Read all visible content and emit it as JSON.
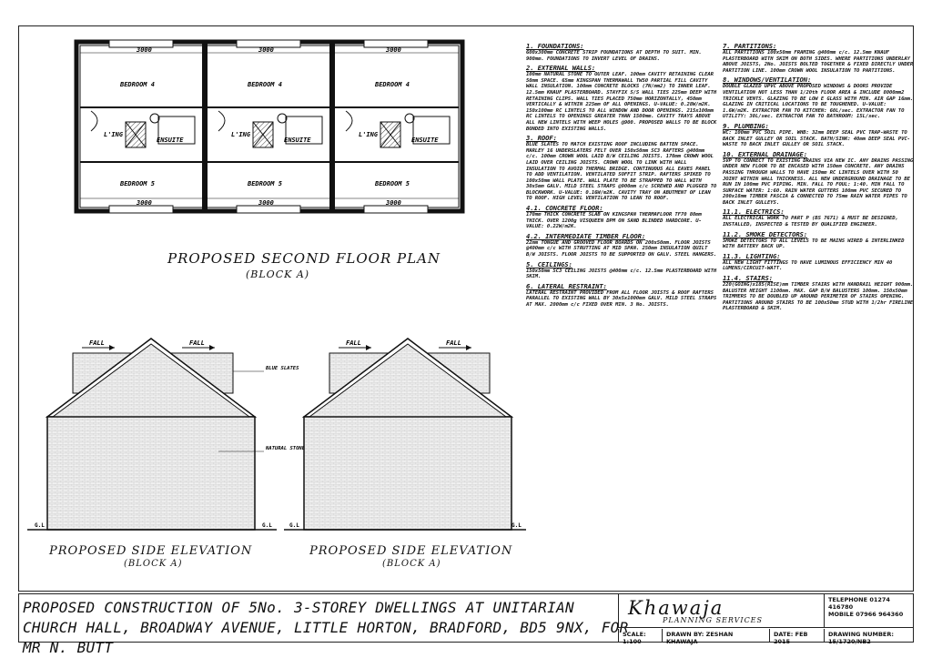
{
  "plan": {
    "title": "PROPOSED SECOND FLOOR PLAN",
    "subtitle": "(BLOCK A)",
    "dims_top": [
      "3000",
      "3000",
      "3000"
    ],
    "dims_bottom": [
      "3000",
      "3000",
      "3000"
    ],
    "units": [
      {
        "bedroom_top": "BEDROOM 4",
        "bedroom_bottom": "BEDROOM 5",
        "ensuite": "ENSUITE",
        "landing": "L'ING"
      },
      {
        "bedroom_top": "BEDROOM 4",
        "bedroom_bottom": "BEDROOM 5",
        "ensuite": "ENSUITE",
        "landing": "L'ING"
      },
      {
        "bedroom_top": "BEDROOM 4",
        "bedroom_bottom": "BEDROOM 5",
        "ensuite": "ENSUITE",
        "landing": "L'ING"
      }
    ]
  },
  "elev_left": {
    "title": "PROPOSED SIDE ELEVATION",
    "subtitle": "(BLOCK A)",
    "fall1": "FALL",
    "fall2": "FALL",
    "label_slates": "BLUE SLATES",
    "label_stone": "NATURAL STONE",
    "gl_left": "G.L",
    "gl_right": "G.L"
  },
  "elev_right": {
    "title": "PROPOSED SIDE ELEVATION",
    "subtitle": "(BLOCK A)",
    "fall1": "FALL",
    "fall2": "FALL",
    "gl_left": "G.L",
    "gl_right": "G.L"
  },
  "notes_col1": [
    {
      "h": "1. FOUNDATIONS:",
      "b": "600x300mm CONCRETE STRIP FOUNDATIONS AT DEPTH TO SUIT. MIN. 900mm. FOUNDATIONS TO INVERT LEVEL OF DRAINS."
    },
    {
      "h": "2. EXTERNAL WALLS:",
      "b": "100mm NATURAL STONE TO OUTER LEAF. 100mm CAVITY RETAINING CLEAR 50mm SPACE. 65mm KINGSPAN THERMAWALL TW50 PARTIAL FILL CAVITY WALL INSULATION. 100mm CONCRETE BLOCKS (7N/mm2) TO INNER LEAF. 12.5mm KNAUF PLASTERBOARD. STAYFIX S/S WALL TIES 225mm DEEP WITH RETAINING CLIPS. WALL TIES PLACED 750mm HORIZONTALLY, 450mm VERTICALLY & WITHIN 225mm OF ALL OPENINGS. U-VALUE: 0.28W/m2K. 150x100mm RC LINTELS TO ALL WINDOW AND DOOR OPENINGS. 215x100mm RC LINTELS TO OPENINGS GREATER THAN 1500mm. CAVITY TRAYS ABOVE ALL NEW LINTELS WITH WEEP HOLES @900. PROPOSED WALLS TO BE BLOCK BONDED INTO EXISTING WALLS."
    },
    {
      "h": "3. ROOF:",
      "b": "BLUE SLATES TO MATCH EXISTING ROOF INCLUDING BATTEN SPACE. MARLEY 16 UNDERSLATERS FELT OVER 150x50mm SC3 RAFTERS @400mm c/c. 100mm CROWN WOOL LAID B/W CEILING JOISTS. 170mm CROWN WOOL LAID OVER CEILING JOISTS. CROWN WOOL TO LINK WITH WALL INSULATION TO AVOID THERMAL BRIDGE. CONTINUOUS ALL EAVES PANEL TO ADD VENTILATION. VENTILATED SOFFIT STRIP. RAFTERS SPIKED TO 100x50mm WALL PLATE. WALL PLATE TO BE STRAPPED TO WALL WITH 30x5mm GALV. MILD STEEL STRAPS @900mm c/c SCREWED AND PLUGGED TO BLOCKWORK. U-VALUE: 0.16W/m2K. CAVITY TRAY ON ABUTMENT OF LEAN TO ROOF. HIGH LEVEL VENTILATION TO LEAN TO ROOF."
    },
    {
      "h": "4.1. CONCRETE FLOOR:",
      "b": "170mm THICK CONCRETE SLAB ON KINGSPAN THERMAFLOOR TF70 80mm THICK. OVER 1200g VISQUEEN DPM ON SAND BLINDED HARDCORE. U-VALUE: 0.22W/m2K."
    },
    {
      "h": "4.2. INTERMEDIATE TIMBER FLOOR:",
      "b": "22mm TONGUE AND GROOVED FLOOR BOARDS ON 200x50mm. FLOOR JOISTS @400mm c/c WITH STRUTTING AT MID SPAN. 250mm INSULATION QUILT B/W JOISTS. FLOOR JOISTS TO BE SUPPORTED ON GALV. STEEL HANGERS."
    },
    {
      "h": "5. CEILINGS:",
      "b": "150x50mm SC3 CEILING JOISTS @400mm c/c. 12.5mm PLASTERBOARD WITH SKIM."
    },
    {
      "h": "6. LATERAL RESTRAINT:",
      "b": "LATERAL RESTRAINT PROVIDED FROM ALL FLOOR JOISTS & ROOF RAFTERS PARALLEL TO EXISTING WALL BY 30x5x1000mm GALV. MILD STEEL STRAPS AT MAX. 2000mm c/c FIXED OVER MIN. 3 No. JOISTS."
    }
  ],
  "notes_col2": [
    {
      "h": "7. PARTITIONS:",
      "b": "ALL PARTITIONS 100x50mm FRAMING @400mm c/c. 12.5mm KNAUF PLASTERBOARD WITH SKIM ON BOTH SIDES. WHERE PARTITIONS UNDERLAY ABOVE JOISTS, 2No. JOISTS BOLTED TOGETHER & FIXED DIRECTLY UNDER PARTITION LINE. 100mm CROWN WOOL INSULATION TO PARTITIONS."
    },
    {
      "h": "8. WINDOWS/VENTILATION:",
      "b": "DOUBLE GLAZED UPVC ABOVE PROPOSED WINDOWS & DOORS PROVIDE VENTILATION NOT LESS THAN 1/20th FLOOR AREA & INCLUDE 8000mm2 TRICKLE VENTS. GLAZING TO BE LOW E GLASS WITH MIN. AIR GAP 16mm. GLAZING IN CRITICAL LOCATIONS TO BE TOUGHENED. U-VALUE: 1.6W/m2K. EXTRACTOR FAN TO KITCHEN: 60L/sec. EXTRACTOR FAN TO UTILITY: 30L/sec. EXTRACTOR FAN TO BATHROOM: 15L/sec."
    },
    {
      "h": "9. PLUMBING:",
      "b": "WC: 100mm PVC SOIL PIPE. WHB: 32mm DEEP SEAL PVC TRAP-WASTE TO BACK INLET GULLEY OR SOIL STACK. BATH/SINK: 40mm DEEP SEAL PVC-WASTE TO BACK INLET GULLEY OR SOIL STACK."
    },
    {
      "h": "10. EXTERNAL DRAINAGE:",
      "b": "SVP TO CONNECT TO EXISTING DRAINS VIA NEW IC. ANY DRAINS PASSING UNDER NEW FLOOR TO BE ENCASED WITH 150mm CONCRETE. ANY DRAINS PASSING THROUGH WALLS TO HAVE 150mm RC LINTELS OVER WITH 50 JOINT WITHIN WALL THICKNESS. ALL NEW UNDERGROUND DRAINAGE TO BE RUN IN 100mm PVC PIPING. MIN. FALL TO FOUL: 1:40. MIN FALL TO SURFACE WATER: 1:60. RAIN WATER GUTTERS 100mm PVC SECURED TO 200x18mm TIMBER FASCIA & CONNECTED TO 75mm RAIN WATER PIPES TO BACK INLET GULLEYS."
    },
    {
      "h": "11.1. ELECTRICS:",
      "b": "ALL ELECTRICAL WORK TO PART P (BS 7671) & MUST BE DESIGNED, INSTALLED, INSPECTED & TESTED BY QUALIFIED ENGINEER."
    },
    {
      "h": "11.2. SMOKE DETECTORS:",
      "b": "SMOKE DETECTORS TO ALL LEVELS TO BE MAINS WIRED & INTERLINKED WITH BATTERY BACK UP."
    },
    {
      "h": "11.3. LIGHTING:",
      "b": "ALL NEW LIGHT FITTINGS TO HAVE LUMINOUS EFFICIENCY MIN 40 LUMENS/CIRCUIT-WATT."
    },
    {
      "h": "11.4. STAIRS:",
      "b": "220(GOING)x185(RISE)mm TIMBER STAIRS WITH HANDRAIL HEIGHT 900mm. BALUSTER HEIGHT 1100mm. MAX. GAP B/W BALUSTERS 100mm. 150x50mm TRIMMERS TO BE DOUBLED UP AROUND PERIMETER OF STAIRS OPENING. PARTITIONS AROUND STAIRS TO BE 100x50mm STUD WITH 1/2hr FIRELINE PLASTERBOARD & SKIM."
    }
  ],
  "titleblock": {
    "project": "PROPOSED CONSTRUCTION OF 5No. 3-STOREY DWELLINGS AT UNITARIAN CHURCH HALL, BROADWAY AVENUE, LITTLE HORTON, BRADFORD, BD5 9NX, FOR MR N. BUTT",
    "company": "Khawaja",
    "company_sub": "PLANNING SERVICES",
    "scale": "SCALE: 1:100",
    "drawn_by": "DRAWN BY: ZESHAN KHAWAJA",
    "date": "DATE: FEB 2015",
    "telephone": "TELEPHONE  01274 416780",
    "mobile": "MOBILE  07966 964360",
    "drawing_number": "DRAWING NUMBER: 15/1720/NB2"
  }
}
